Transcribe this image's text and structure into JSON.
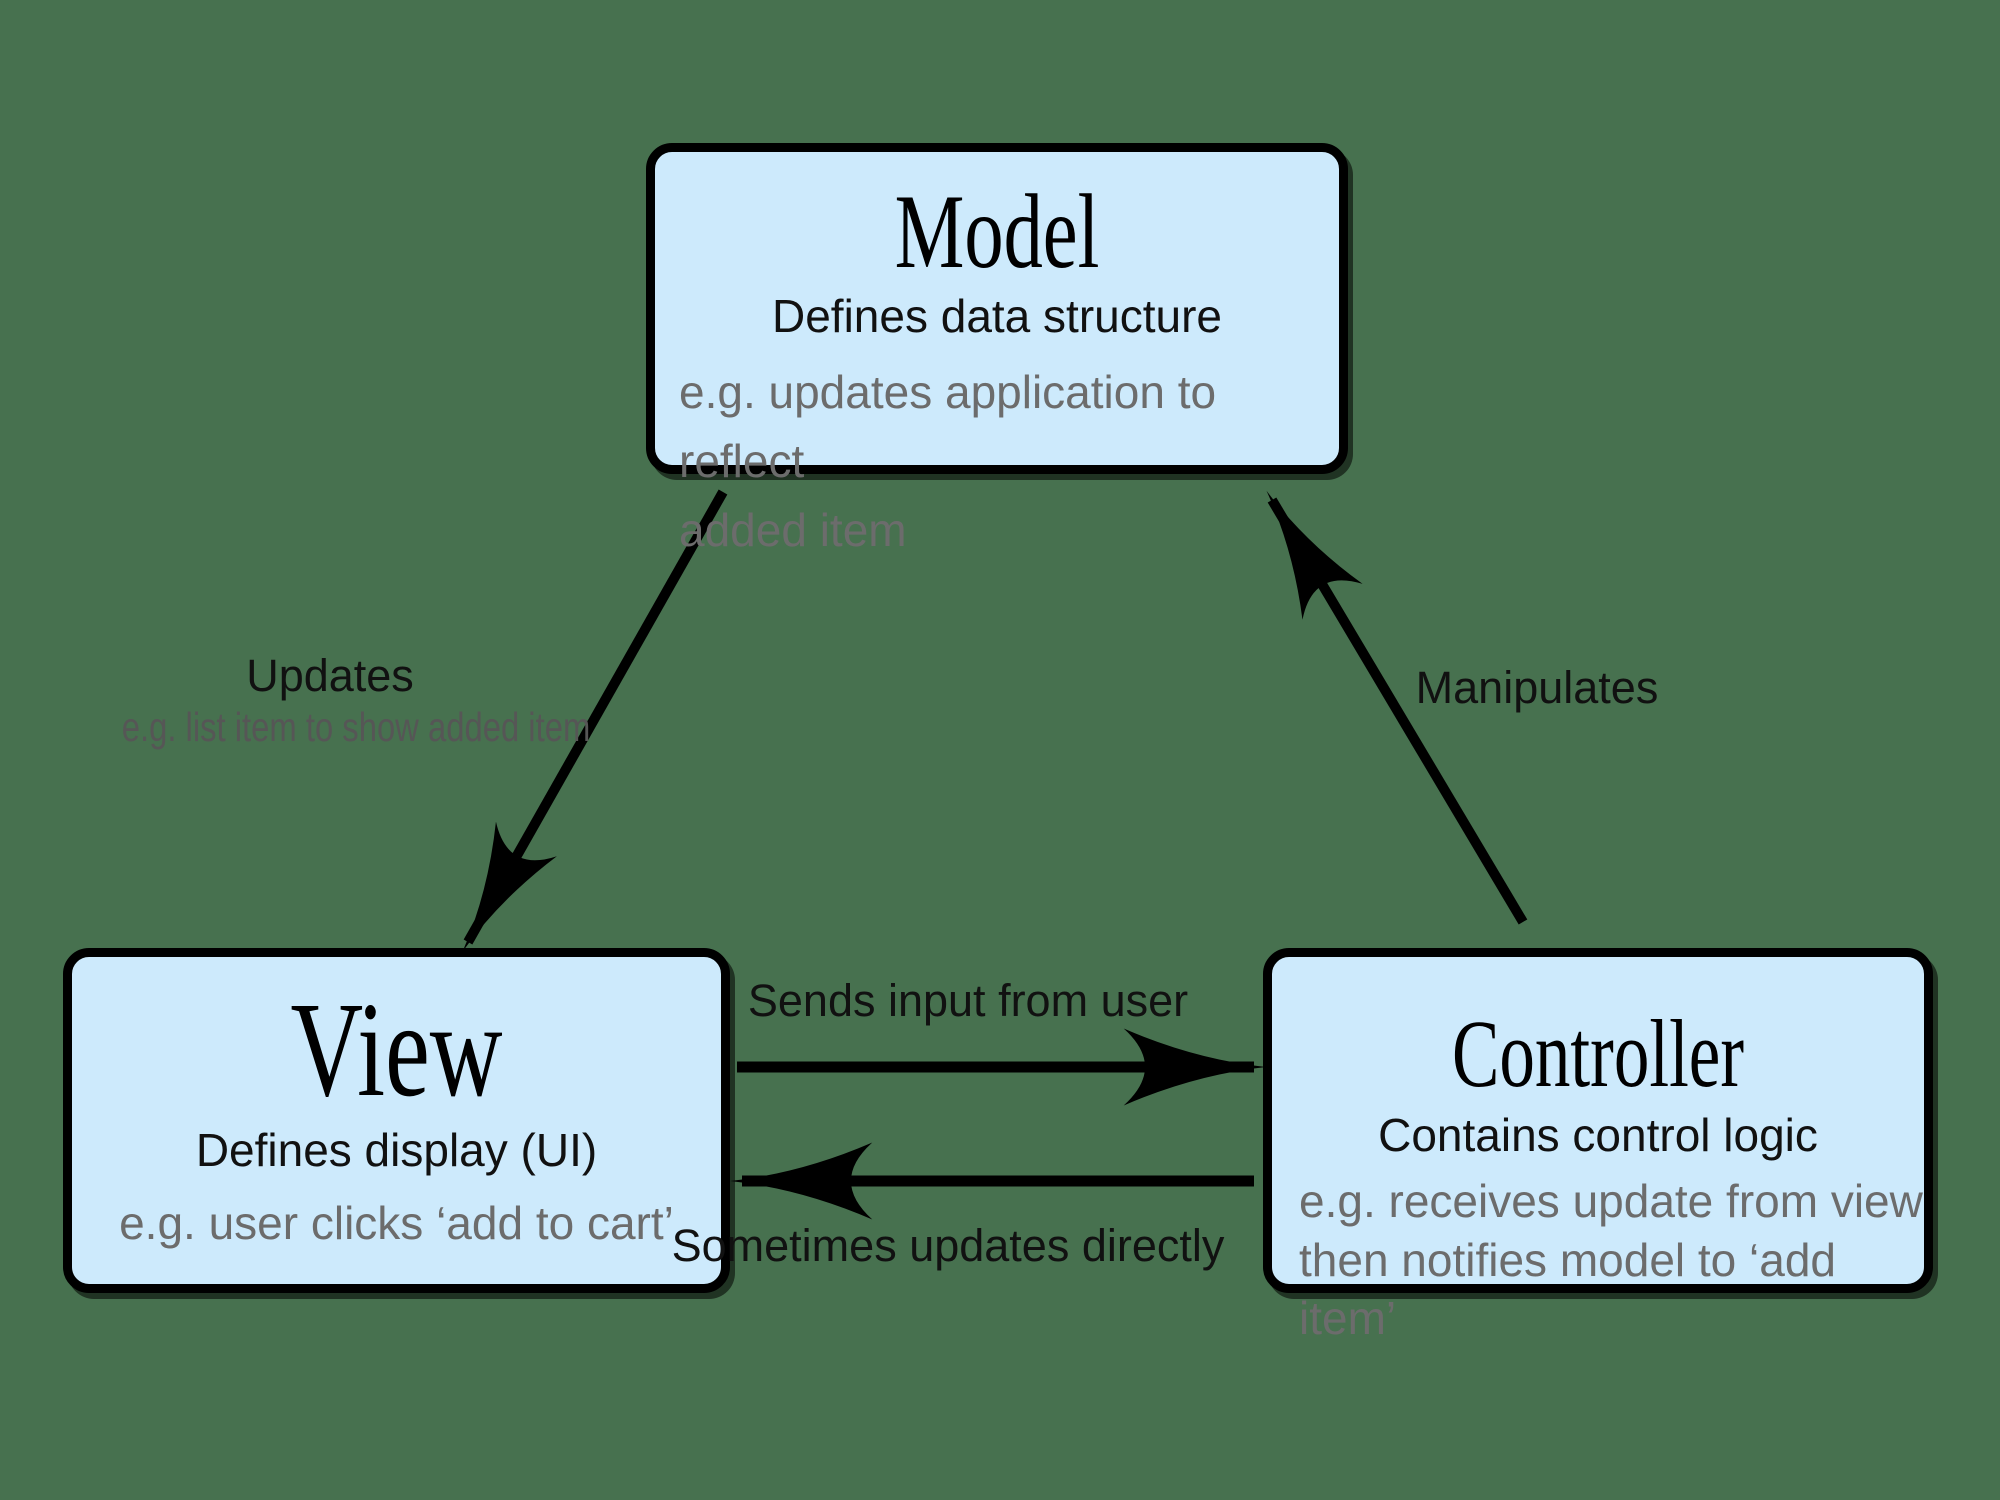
{
  "colors": {
    "background": "#47714f",
    "box_fill": "#cdeafc",
    "box_border": "#000000",
    "title_text": "#000000",
    "body_text": "#111111",
    "muted_text": "#6c6c6c",
    "label_muted": "#565656",
    "arrow": "#000000"
  },
  "nodes": {
    "model": {
      "title": "Model",
      "subtitle": "Defines data structure",
      "example_lines": [
        "e.g. updates application to reflect",
        "added item"
      ]
    },
    "view": {
      "title": "View",
      "subtitle": "Defines display (UI)",
      "example_lines": [
        "e.g. user clicks ‘add to cart’"
      ]
    },
    "controller": {
      "title": "Controller",
      "subtitle": "Contains control logic",
      "example_lines": [
        "e.g. receives update from view",
        "then notifies model to ‘add item’"
      ]
    }
  },
  "edges": {
    "updates": {
      "label": "Updates",
      "sublabel": "e.g. list item to show added item"
    },
    "manipulates": {
      "label": "Manipulates"
    },
    "sends_input": {
      "label": "Sends input from user"
    },
    "sometimes_updates": {
      "label": "Sometimes updates directly"
    }
  }
}
